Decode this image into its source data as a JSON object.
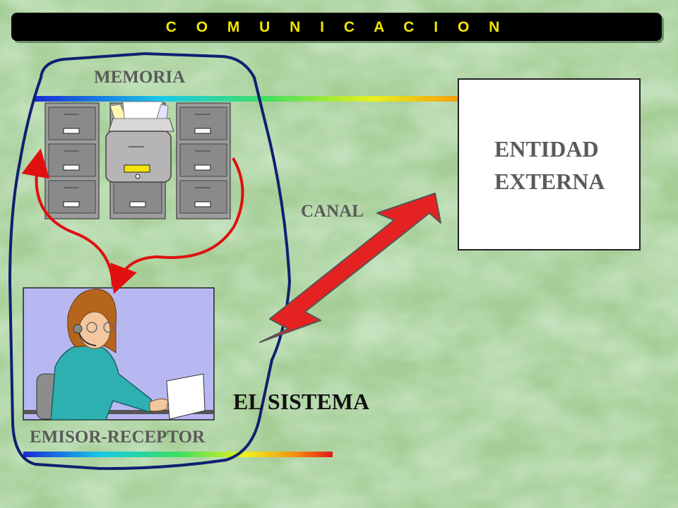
{
  "title": "C O M U N I C A C I O N",
  "labels": {
    "memoria": "MEMORIA",
    "canal": "CANAL",
    "entidad_line1": "ENTIDAD",
    "entidad_line2": "EXTERNA",
    "sistema": "EL SISTEMA",
    "emisor": "EMISOR-RECEPTOR"
  },
  "colors": {
    "title_text": "#f2e600",
    "label_text": "#5a5a5a",
    "dark_text": "#111111",
    "boundary": "#102070",
    "loop_arrows": "#e01010",
    "channel_arrow": "#e52222",
    "external_box_fill": "#ffffff",
    "operator_panel": "#b7b8f2",
    "background": "#a3cd92"
  },
  "icons": [
    "file-cabinet-icon",
    "operator-headset-icon",
    "double-arrow-icon"
  ]
}
